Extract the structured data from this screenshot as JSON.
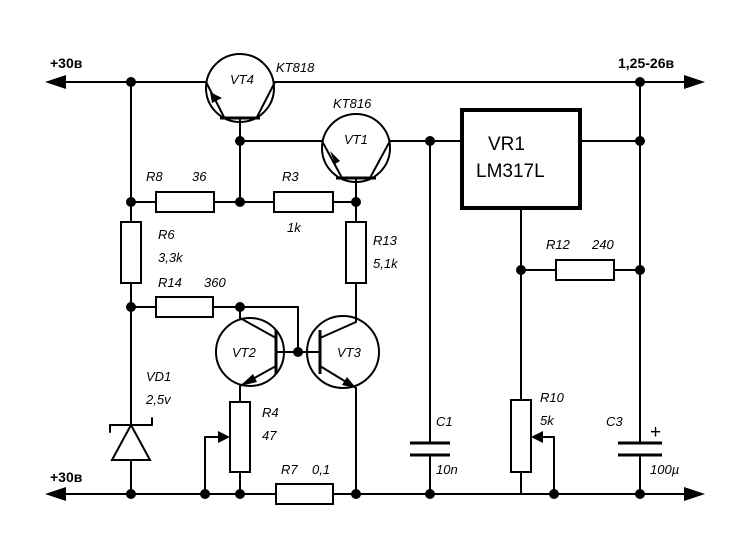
{
  "rails": {
    "input_positive": "+30в",
    "output": "1,25-26в",
    "input_ground": "+30в"
  },
  "components": {
    "vt4": {
      "ref": "VT4",
      "part": "KT818"
    },
    "vt1": {
      "ref": "VT1",
      "part": "KT816"
    },
    "vr1": {
      "ref": "VR1",
      "part": "LM317L"
    },
    "vt2": {
      "ref": "VT2"
    },
    "vt3": {
      "ref": "VT3"
    },
    "r8": {
      "ref": "R8",
      "value": "36"
    },
    "r3": {
      "ref": "R3",
      "value": "1k"
    },
    "r6": {
      "ref": "R6",
      "value": "3,3k"
    },
    "r13": {
      "ref": "R13",
      "value": "5,1k"
    },
    "r14": {
      "ref": "R14",
      "value": "360"
    },
    "r12": {
      "ref": "R12",
      "value": "240"
    },
    "r4": {
      "ref": "R4",
      "value": "47"
    },
    "r7": {
      "ref": "R7",
      "value": "0,1"
    },
    "r10": {
      "ref": "R10",
      "value": "5k"
    },
    "vd1": {
      "ref": "VD1",
      "value": "2,5v"
    },
    "c1": {
      "ref": "C1",
      "value": "10n"
    },
    "c3": {
      "ref": "C3",
      "value": "100µ",
      "polarity": "+"
    }
  }
}
